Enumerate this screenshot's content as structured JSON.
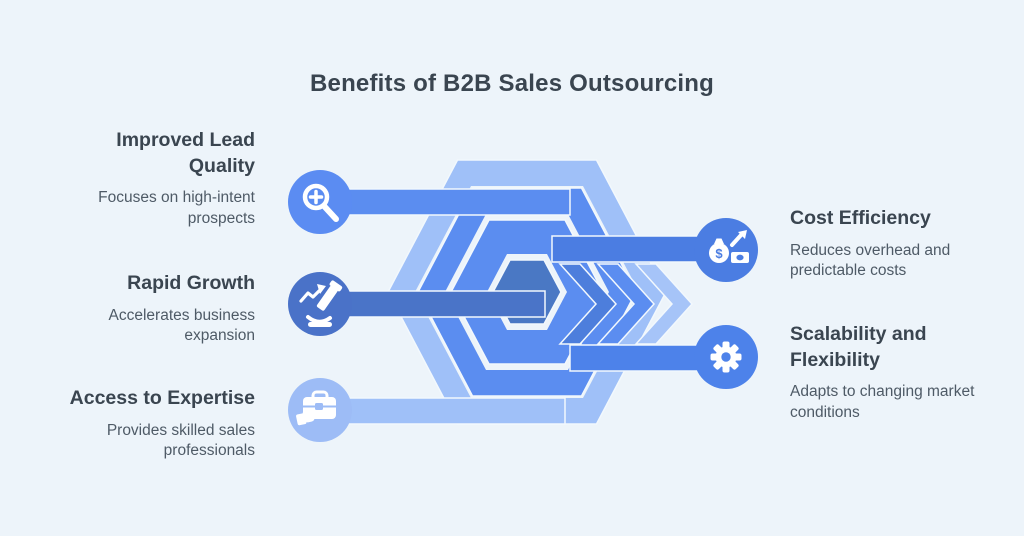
{
  "title": "Benefits of B2B Sales Outsourcing",
  "benefits": [
    {
      "title": "Improved Lead Quality",
      "description": "Focuses on high-intent prospects",
      "icon": "magnifier-plus-icon",
      "side": "left"
    },
    {
      "title": "Rapid Growth",
      "description": "Accelerates business expansion",
      "icon": "microscope-growth-icon",
      "side": "left"
    },
    {
      "title": "Access to Expertise",
      "description": "Provides skilled sales professionals",
      "icon": "briefcase-hand-icon",
      "side": "left"
    },
    {
      "title": "Cost Efficiency",
      "description": "Reduces overhead and predictable costs",
      "icon": "money-bag-arrow-icon",
      "side": "right"
    },
    {
      "title": "Scalability and Flexibility",
      "description": "Adapts to changing market conditions",
      "icon": "gear-icon",
      "side": "right"
    }
  ],
  "graphic": {
    "background": "#edf4fa",
    "heading_color": "#3a4550",
    "description_color": "#4e5a66",
    "ring_light": "#9fc0f8",
    "ring_medium": "#5b8df0",
    "hex_core": "#4a78c4",
    "bar_dark": "#4a74c8",
    "circle_search": "#5b8cf2",
    "circle_microscope": "#4a72c8",
    "circle_briefcase": "#9dbcf6",
    "circle_money": "#4b7de2",
    "circle_gear": "#4d82ea",
    "chevron_1": "#4d7edc",
    "chevron_2": "#5b8df0",
    "chevron_3": "#a6c4f8",
    "icon_color": "#ffffff",
    "currency_symbol": "$"
  }
}
